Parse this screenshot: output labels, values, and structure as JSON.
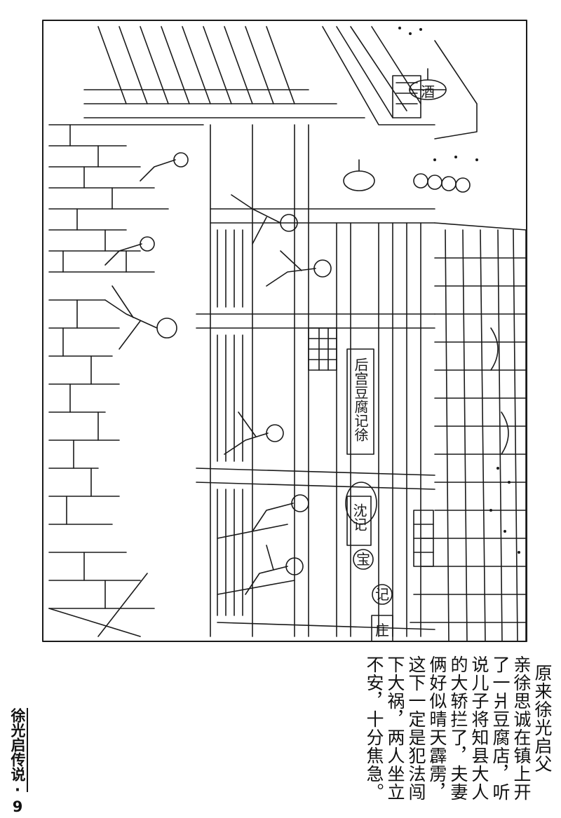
{
  "caption": {
    "lines": [
      "原来徐光启父",
      "亲徐思诚在镇上开",
      "了一爿豆腐店，听",
      "说儿子将知县大人",
      "的大轿拦了，夫妻",
      "俩好似晴天霹雳，",
      "这下一定是犯法闯",
      "下大祸，两人坐立",
      "不安，十分焦急。"
    ]
  },
  "footer": {
    "book_title": "徐光启传说",
    "separator": "·",
    "page_number": "9"
  },
  "illustration": {
    "signs": [
      "后宫豆腐记徐",
      "沈记",
      "宝",
      "记",
      "庄",
      "酒"
    ]
  }
}
